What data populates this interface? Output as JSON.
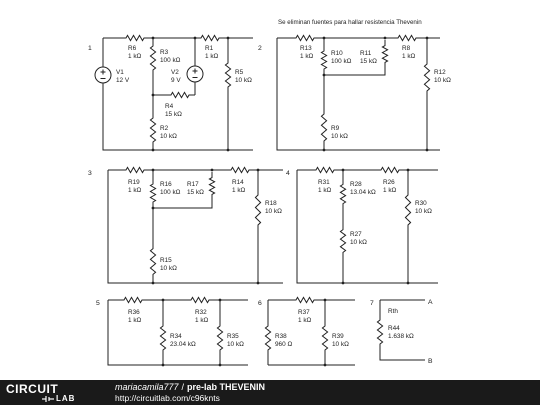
{
  "diagram": {
    "heading": "Se eliminan fuentes para hallar resistencia Thevenin",
    "circuits": [
      {
        "number": "1",
        "components": [
          {
            "id": "R6",
            "ref": "R6",
            "value": "1 kΩ"
          },
          {
            "id": "R3",
            "ref": "R3",
            "value": "100 kΩ"
          },
          {
            "id": "R1",
            "ref": "R1",
            "value": "1 kΩ"
          },
          {
            "id": "R5",
            "ref": "R5",
            "value": "10 kΩ"
          },
          {
            "id": "R4",
            "ref": "R4",
            "value": "15 kΩ"
          },
          {
            "id": "R2",
            "ref": "R2",
            "value": "10 kΩ"
          },
          {
            "id": "V1",
            "ref": "V1",
            "value": "12 V"
          },
          {
            "id": "V2",
            "ref": "V2",
            "value": "9 V"
          }
        ]
      },
      {
        "number": "2",
        "components": [
          {
            "id": "R13",
            "ref": "R13",
            "value": "1 kΩ"
          },
          {
            "id": "R10",
            "ref": "R10",
            "value": "100 kΩ"
          },
          {
            "id": "R11",
            "ref": "R11",
            "value": "15 kΩ"
          },
          {
            "id": "R8",
            "ref": "R8",
            "value": "1 kΩ"
          },
          {
            "id": "R12",
            "ref": "R12",
            "value": "10 kΩ"
          },
          {
            "id": "R9",
            "ref": "R9",
            "value": "10 kΩ"
          }
        ]
      },
      {
        "number": "3",
        "components": [
          {
            "id": "R19",
            "ref": "R19",
            "value": "1 kΩ"
          },
          {
            "id": "R16",
            "ref": "R16",
            "value": "100 kΩ"
          },
          {
            "id": "R17",
            "ref": "R17",
            "value": "15 kΩ"
          },
          {
            "id": "R14",
            "ref": "R14",
            "value": "1 kΩ"
          },
          {
            "id": "R18",
            "ref": "R18",
            "value": "10 kΩ"
          },
          {
            "id": "R15",
            "ref": "R15",
            "value": "10 kΩ"
          }
        ]
      },
      {
        "number": "4",
        "components": [
          {
            "id": "R31",
            "ref": "R31",
            "value": "1 kΩ"
          },
          {
            "id": "R28",
            "ref": "R28",
            "value": "13.04 kΩ"
          },
          {
            "id": "R26",
            "ref": "R26",
            "value": "1 kΩ"
          },
          {
            "id": "R30",
            "ref": "R30",
            "value": "10 kΩ"
          },
          {
            "id": "R27",
            "ref": "R27",
            "value": "10 kΩ"
          }
        ]
      },
      {
        "number": "5",
        "components": [
          {
            "id": "R36",
            "ref": "R36",
            "value": "1 kΩ"
          },
          {
            "id": "R32",
            "ref": "R32",
            "value": "1 kΩ"
          },
          {
            "id": "R34",
            "ref": "R34",
            "value": "23.04 kΩ"
          },
          {
            "id": "R35",
            "ref": "R35",
            "value": "10 kΩ"
          }
        ]
      },
      {
        "number": "6",
        "components": [
          {
            "id": "R37",
            "ref": "R37",
            "value": "1 kΩ"
          },
          {
            "id": "R38",
            "ref": "R38",
            "value": "960 Ω"
          },
          {
            "id": "R39",
            "ref": "R39",
            "value": "10 kΩ"
          }
        ]
      },
      {
        "number": "7",
        "label": "Rth",
        "terminal_a": "A",
        "terminal_b": "B",
        "components": [
          {
            "id": "R44",
            "ref": "R44",
            "value": "1.638 kΩ"
          }
        ]
      }
    ]
  },
  "footer": {
    "logo_top": "CIRCUIT",
    "logo_bottom": "LAB",
    "author": "mariacamila777",
    "separator": "/",
    "title": "pre-lab THEVENIN",
    "url": "http://circuitlab.com/c96knts"
  }
}
